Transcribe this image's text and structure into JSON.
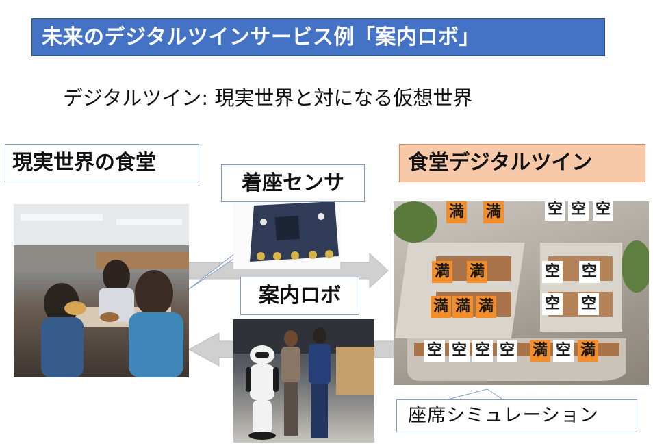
{
  "title": "未来のデジタルツインサービス例「案内ロボ」",
  "definition": "デジタルツイン: 現実世界と対になる仮想世界",
  "labels": {
    "real_world": "現実世界の食堂",
    "sensor": "着座センサ",
    "robot": "案内ロボ",
    "digital_twin": "食堂デジタルツイン",
    "simulation": "座席シミュレーション"
  },
  "seat_status": {
    "full": "満",
    "empty": "空"
  },
  "colors": {
    "title_bg": "#4472c4",
    "twin_label_bg": "#f8c9a8",
    "full_seat": "#f28e2b",
    "arrow": "#d0d0d0"
  },
  "icons": [
    "right-arrow-icon",
    "left-arrow-icon"
  ]
}
